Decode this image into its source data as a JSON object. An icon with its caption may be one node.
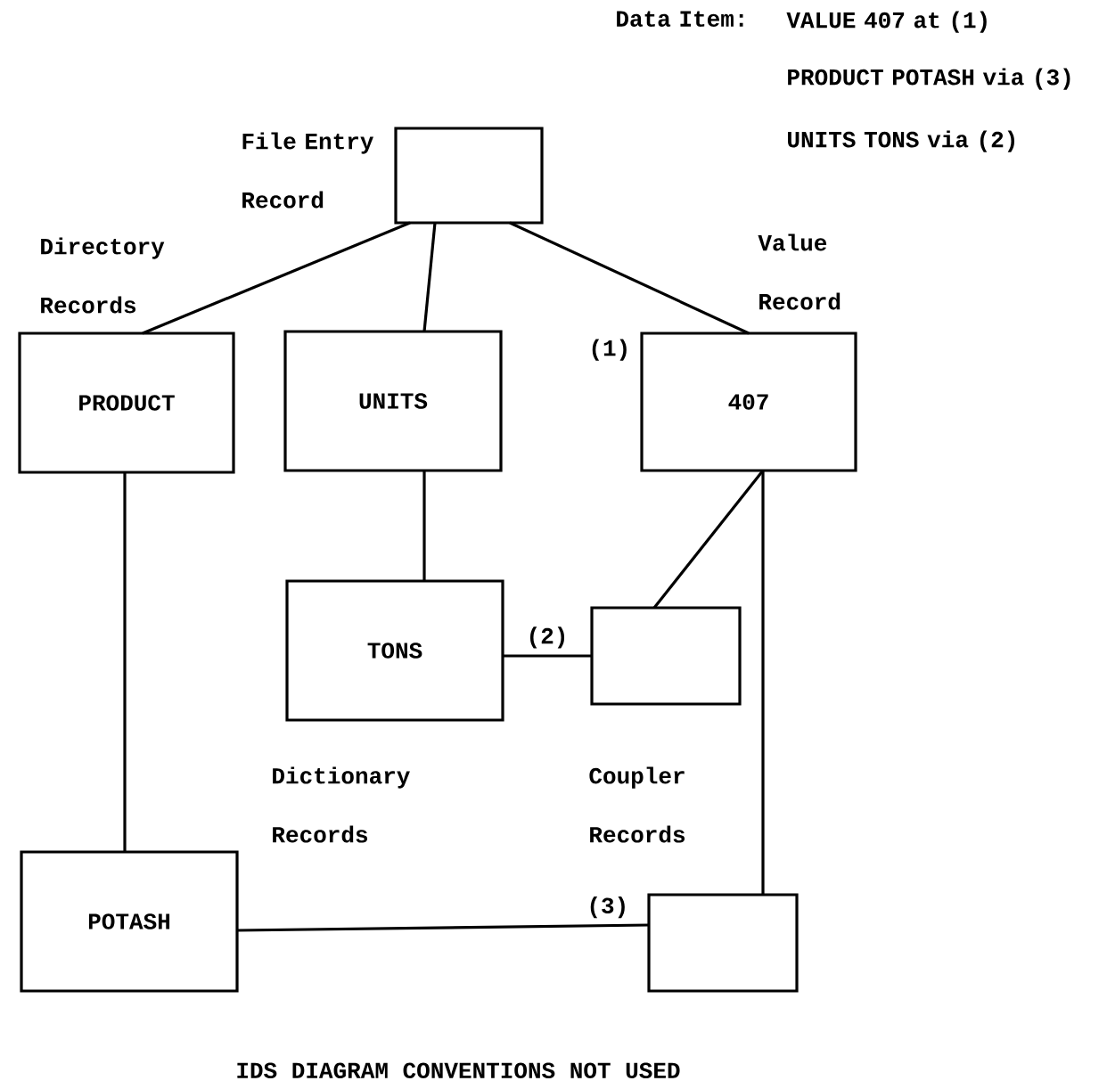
{
  "diagram": {
    "caption": "IDS DIAGRAM CONVENTIONS NOT USED",
    "nodes": [
      {
        "text": [],
        "shape": "box",
        "beside": [
          "File Entry Record"
        ]
      },
      {
        "text": [
          "PRODUCT"
        ]
      },
      {
        "text": [
          "UNITS"
        ]
      },
      {
        "text": [
          "407"
        ],
        "beside": [
          "Value Record",
          "(1)"
        ]
      },
      {
        "text": [
          "TONS"
        ]
      },
      {
        "text": [],
        "shape": "box"
      },
      {
        "text": [
          "POTASH"
        ]
      },
      {
        "text": [],
        "shape": "box"
      }
    ],
    "edges": [
      {
        "from": 0,
        "to": 1,
        "arrow": "none"
      },
      {
        "from": 0,
        "to": 2,
        "arrow": "none"
      },
      {
        "from": 0,
        "to": 3,
        "arrow": "none"
      },
      {
        "from": 1,
        "to": 6,
        "arrow": "none"
      },
      {
        "from": 2,
        "to": 4,
        "arrow": "none"
      },
      {
        "from": 3,
        "to": 5,
        "arrow": "none"
      },
      {
        "from": 3,
        "to": 7,
        "arrow": "none"
      },
      {
        "from": 4,
        "to": 5,
        "arrow": "none",
        "label": "(2)"
      },
      {
        "from": 6,
        "to": 7,
        "arrow": "none",
        "label": "(3)"
      }
    ],
    "labels": [
      "Data Item:",
      "VALUE 407 at (1)",
      "PRODUCT POTASH via (3)",
      "UNITS TONS via (2)",
      "Directory Records",
      "Dictionary Records",
      "Coupler Records"
    ]
  }
}
